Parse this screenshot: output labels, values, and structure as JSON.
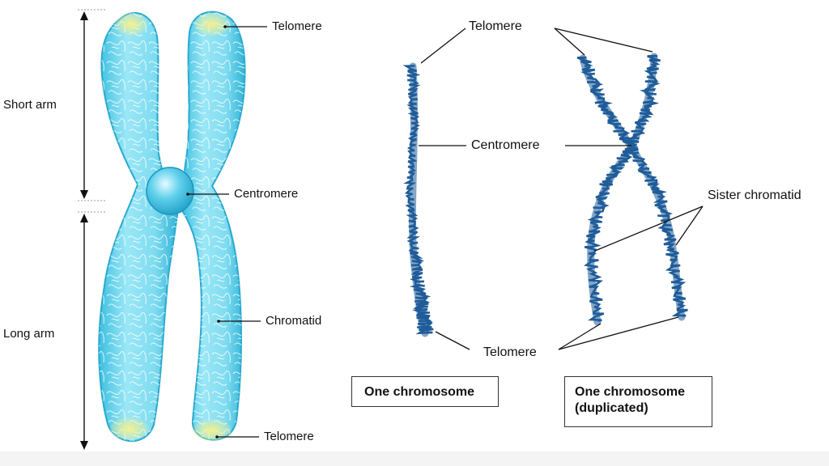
{
  "labels": {
    "short_arm": "Short arm",
    "long_arm": "Long arm",
    "telomere_top_left": "Telomere",
    "centromere_left": "Centromere",
    "chromatid": "Chromatid",
    "telomere_bottom_left": "Telomere",
    "telomere_top_right": "Telomere",
    "centromere_right": "Centromere",
    "sister_chromatid": "Sister chromatid",
    "telomere_bottom_right": "Telomere"
  },
  "boxes": {
    "one_chromosome": "One chromosome",
    "duplicated_line1": "One chromosome",
    "duplicated_line2": "(duplicated)"
  },
  "colors": {
    "chromosome_fill": "#7fdcf0",
    "chromosome_edge": "#2fb3d6",
    "chromatin_texture": "#ffffff",
    "telomere_tip": "#f2ec8c",
    "centromere_ball": "#35b9dc",
    "strand_blue": "#1f5c99",
    "leader_line": "#111111"
  }
}
